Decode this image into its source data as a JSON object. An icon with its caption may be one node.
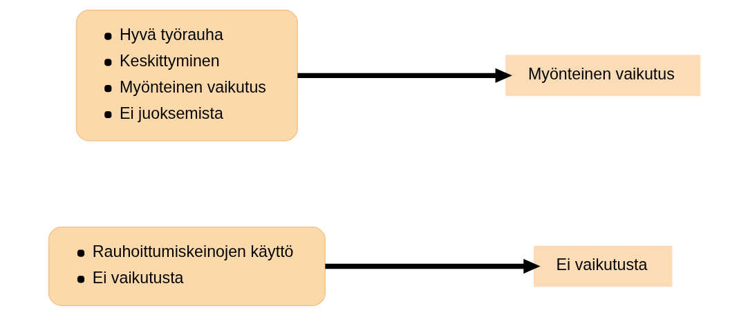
{
  "diagram": {
    "nodes": [
      {
        "text": [
          "Hyvä työrauha",
          "Keskittyminen",
          "Myönteinen vaikutus",
          "Ei juoksemista"
        ]
      },
      {
        "text": [
          "Myönteinen vaikutus"
        ]
      },
      {
        "text": [
          "Rauhoittumiskeinojen käyttö",
          "Ei vaikutusta"
        ]
      },
      {
        "text": [
          "Ei vaikutusta"
        ]
      }
    ],
    "edges": [
      {
        "from": 0,
        "to": 1,
        "arrow": "to"
      },
      {
        "from": 2,
        "to": 3,
        "arrow": "to"
      }
    ]
  }
}
